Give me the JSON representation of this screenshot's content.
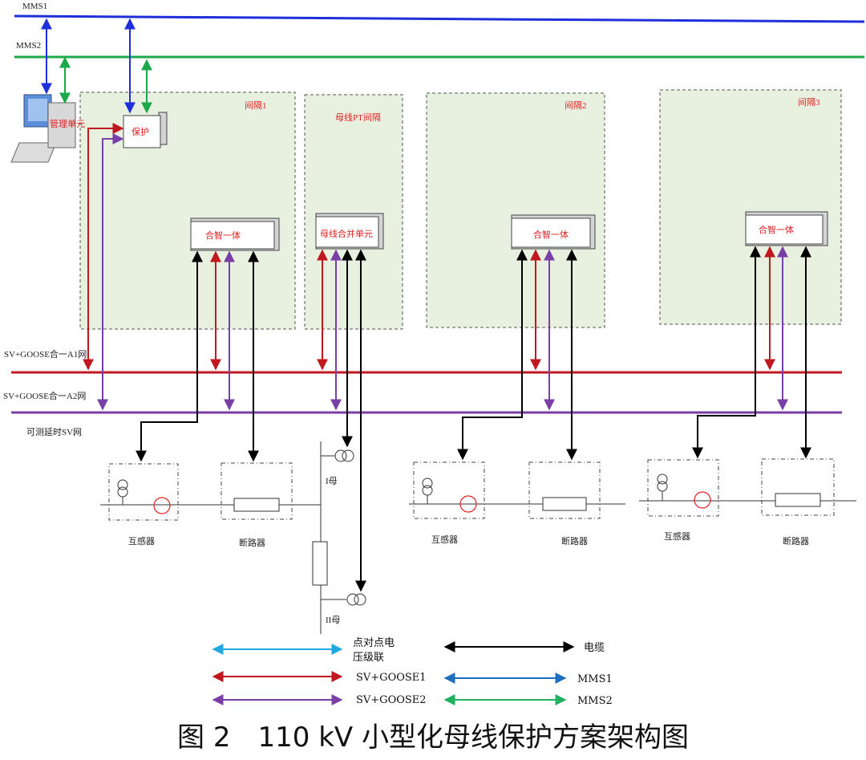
{
  "networks": {
    "mms1": "MMS1",
    "mms2": "MMS2",
    "a1": "SV+GOOSE合一A1网",
    "a2": "SV+GOOSE合一A2网",
    "sv": "可测延时SV网"
  },
  "colors": {
    "mms1": "#1f2fdc",
    "mms2": "#1fa84a",
    "sv_goose1": "#c0181e",
    "sv_goose2": "#7a3fa6",
    "cable": "#000000",
    "p2p": "#20a8e0",
    "legend_mms1": "#1f6fc0",
    "legend_mms2": "#1fb060"
  },
  "bays": {
    "bay1": "间隔1",
    "bay_pt": "母线PT间隔",
    "bay2": "间隔2",
    "bay3": "间隔3"
  },
  "devices": {
    "protection": "保护",
    "mgmt_unit": "管理单元",
    "merge_smart_1": "合智一体",
    "bus_merge_unit": "母线合并单元",
    "merge_smart_2": "合智一体",
    "merge_smart_3": "合智一体"
  },
  "field": {
    "ct1": "互感器",
    "cb1": "断路器",
    "ct2": "互感器",
    "cb2": "断路器",
    "ct3": "互感器",
    "cb3": "断路器",
    "bus1": "I母",
    "bus2": "II母"
  },
  "legend": {
    "p2p_line1": "点对点电",
    "p2p_line2": "压级联",
    "cable": "电缆",
    "sv_goose1": "SV+GOOSE1",
    "mms1": "MMS1",
    "sv_goose2": "SV+GOOSE2",
    "mms2": "MMS2"
  },
  "caption": "图 2　110 kV 小型化母线保护方案架构图"
}
